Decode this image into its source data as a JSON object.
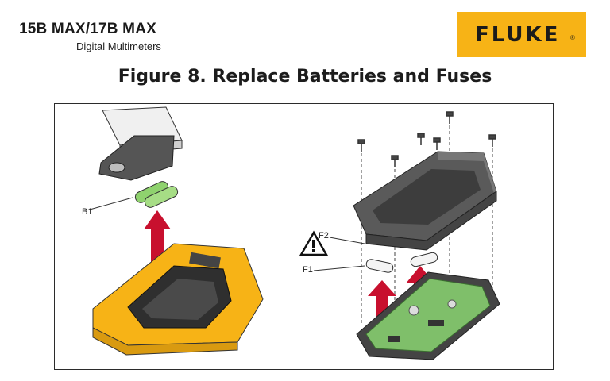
{
  "header": {
    "model": "15B MAX/17B MAX",
    "subtitle": "Digital Multimeters"
  },
  "logo": {
    "text": "FLUKE",
    "mark": "®",
    "background": "#f7b316"
  },
  "figure": {
    "title": "Figure 8. Replace Batteries and Fuses",
    "callouts": {
      "b1": "B1",
      "f1": "F1",
      "f2": "F2"
    },
    "icons": [
      "battery-door-illustration",
      "batteries-illustration",
      "meter-body-illustration",
      "red-up-arrow",
      "warning-triangle-icon",
      "screws-illustration",
      "back-case-illustration",
      "fuses-illustration",
      "circuit-board-illustration"
    ],
    "colors": {
      "meter_yellow": "#f7b316",
      "arrow_red": "#c8102e",
      "case_gray": "#5a5a5a",
      "board_green": "#7fbf6a"
    }
  }
}
